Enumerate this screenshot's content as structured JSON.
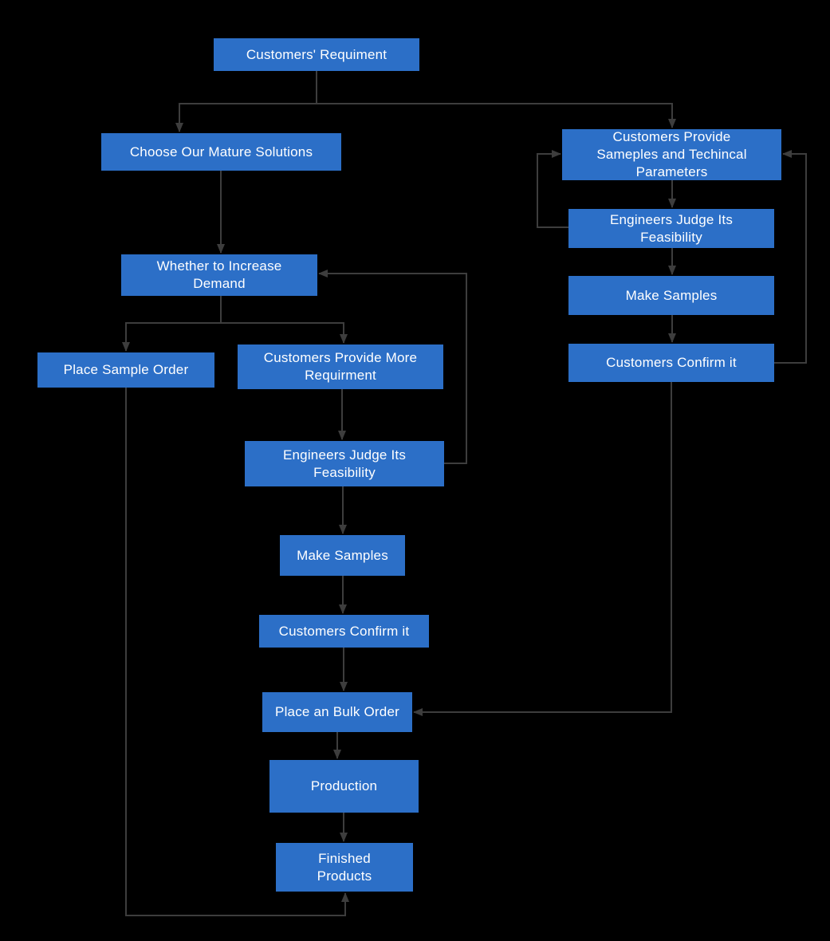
{
  "theme": {
    "background": "#000000",
    "node_fill": "#2c6fc7",
    "node_text": "#ffffff",
    "connector": "#3d3d3d"
  },
  "nodes": [
    {
      "id": "customers-requirement",
      "label": "Customers' Requiment"
    },
    {
      "id": "choose-mature-solutions",
      "label": "Choose Our Mature Solutions"
    },
    {
      "id": "customers-provide-samples",
      "label": "Customers Provide Sameples and Techincal Parameters"
    },
    {
      "id": "engineers-judge-right",
      "label": "Engineers Judge Its Feasibility"
    },
    {
      "id": "make-samples-right",
      "label": "Make Samples"
    },
    {
      "id": "customers-confirm-right",
      "label": "Customers Confirm it"
    },
    {
      "id": "whether-increase-demand",
      "label": "Whether to Increase Demand"
    },
    {
      "id": "place-sample-order",
      "label": "Place Sample Order"
    },
    {
      "id": "customers-provide-more",
      "label": "Customers Provide More Requirment"
    },
    {
      "id": "engineers-judge-mid",
      "label": "Engineers Judge Its Feasibility"
    },
    {
      "id": "make-samples-mid",
      "label": "Make Samples"
    },
    {
      "id": "customers-confirm-mid",
      "label": "Customers Confirm it"
    },
    {
      "id": "place-bulk-order",
      "label": "Place an Bulk Order"
    },
    {
      "id": "production",
      "label": "Production"
    },
    {
      "id": "finished-products",
      "label": "Finished Products"
    }
  ],
  "edges": [
    {
      "from": "customers-requirement",
      "to": "choose-mature-solutions"
    },
    {
      "from": "customers-requirement",
      "to": "customers-provide-samples"
    },
    {
      "from": "choose-mature-solutions",
      "to": "whether-increase-demand"
    },
    {
      "from": "whether-increase-demand",
      "to": "place-sample-order"
    },
    {
      "from": "whether-increase-demand",
      "to": "customers-provide-more"
    },
    {
      "from": "customers-provide-more",
      "to": "engineers-judge-mid"
    },
    {
      "from": "engineers-judge-mid",
      "to": "whether-increase-demand",
      "type": "feedback"
    },
    {
      "from": "engineers-judge-mid",
      "to": "make-samples-mid"
    },
    {
      "from": "make-samples-mid",
      "to": "customers-confirm-mid"
    },
    {
      "from": "customers-confirm-mid",
      "to": "place-bulk-order"
    },
    {
      "from": "place-bulk-order",
      "to": "production"
    },
    {
      "from": "production",
      "to": "finished-products"
    },
    {
      "from": "place-sample-order",
      "to": "finished-products"
    },
    {
      "from": "customers-provide-samples",
      "to": "engineers-judge-right"
    },
    {
      "from": "engineers-judge-right",
      "to": "customers-provide-samples",
      "type": "feedback"
    },
    {
      "from": "engineers-judge-right",
      "to": "make-samples-right"
    },
    {
      "from": "make-samples-right",
      "to": "customers-confirm-right"
    },
    {
      "from": "customers-confirm-right",
      "to": "customers-provide-samples",
      "type": "feedback"
    },
    {
      "from": "customers-confirm-right",
      "to": "place-bulk-order"
    }
  ]
}
